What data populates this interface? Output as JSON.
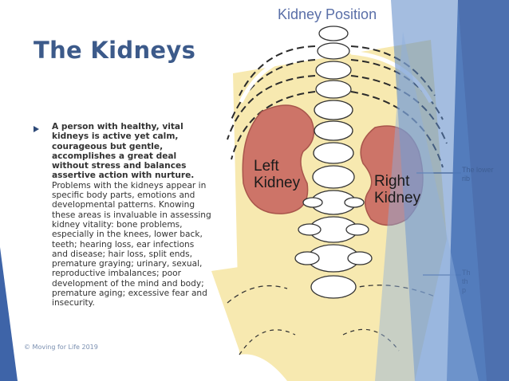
{
  "slide": {
    "title": "The Kidneys",
    "body_bold": "A person with healthy, vital kidneys is active yet calm, courageous but gentle, accomplishes a great deal without stress and balances assertive action with nurture.",
    "body_rest": " Problems with the kidneys appear in specific body parts, emotions and developmental patterns. Knowing these areas is invaluable in assessing kidney vitality: bone problems, especially in the knees, lower back, teeth; hearing loss, ear infections and disease; hair loss, split ends, premature graying; urinary, sexual, reproductive imbalances; poor development of the mind and body; premature aging; excessive fear and insecurity.",
    "footer": "© Moving for Life 2019"
  },
  "figure": {
    "title": "Kidney Position",
    "left_kidney_line1": "Left",
    "left_kidney_line2": "Kidney",
    "right_kidney_line1": "Right",
    "right_kidney_line2": "Kidney",
    "rib_label_line1": "The lower",
    "rib_label_line2": "rib",
    "partial_label_line1": "Th",
    "partial_label_line2": "th",
    "partial_label_line3": "p"
  },
  "colors": {
    "title": "#3c5a8a",
    "accent_blue": "#4a72b8",
    "kidney": "#cd7468",
    "body_bg": "#f7e9b0"
  }
}
